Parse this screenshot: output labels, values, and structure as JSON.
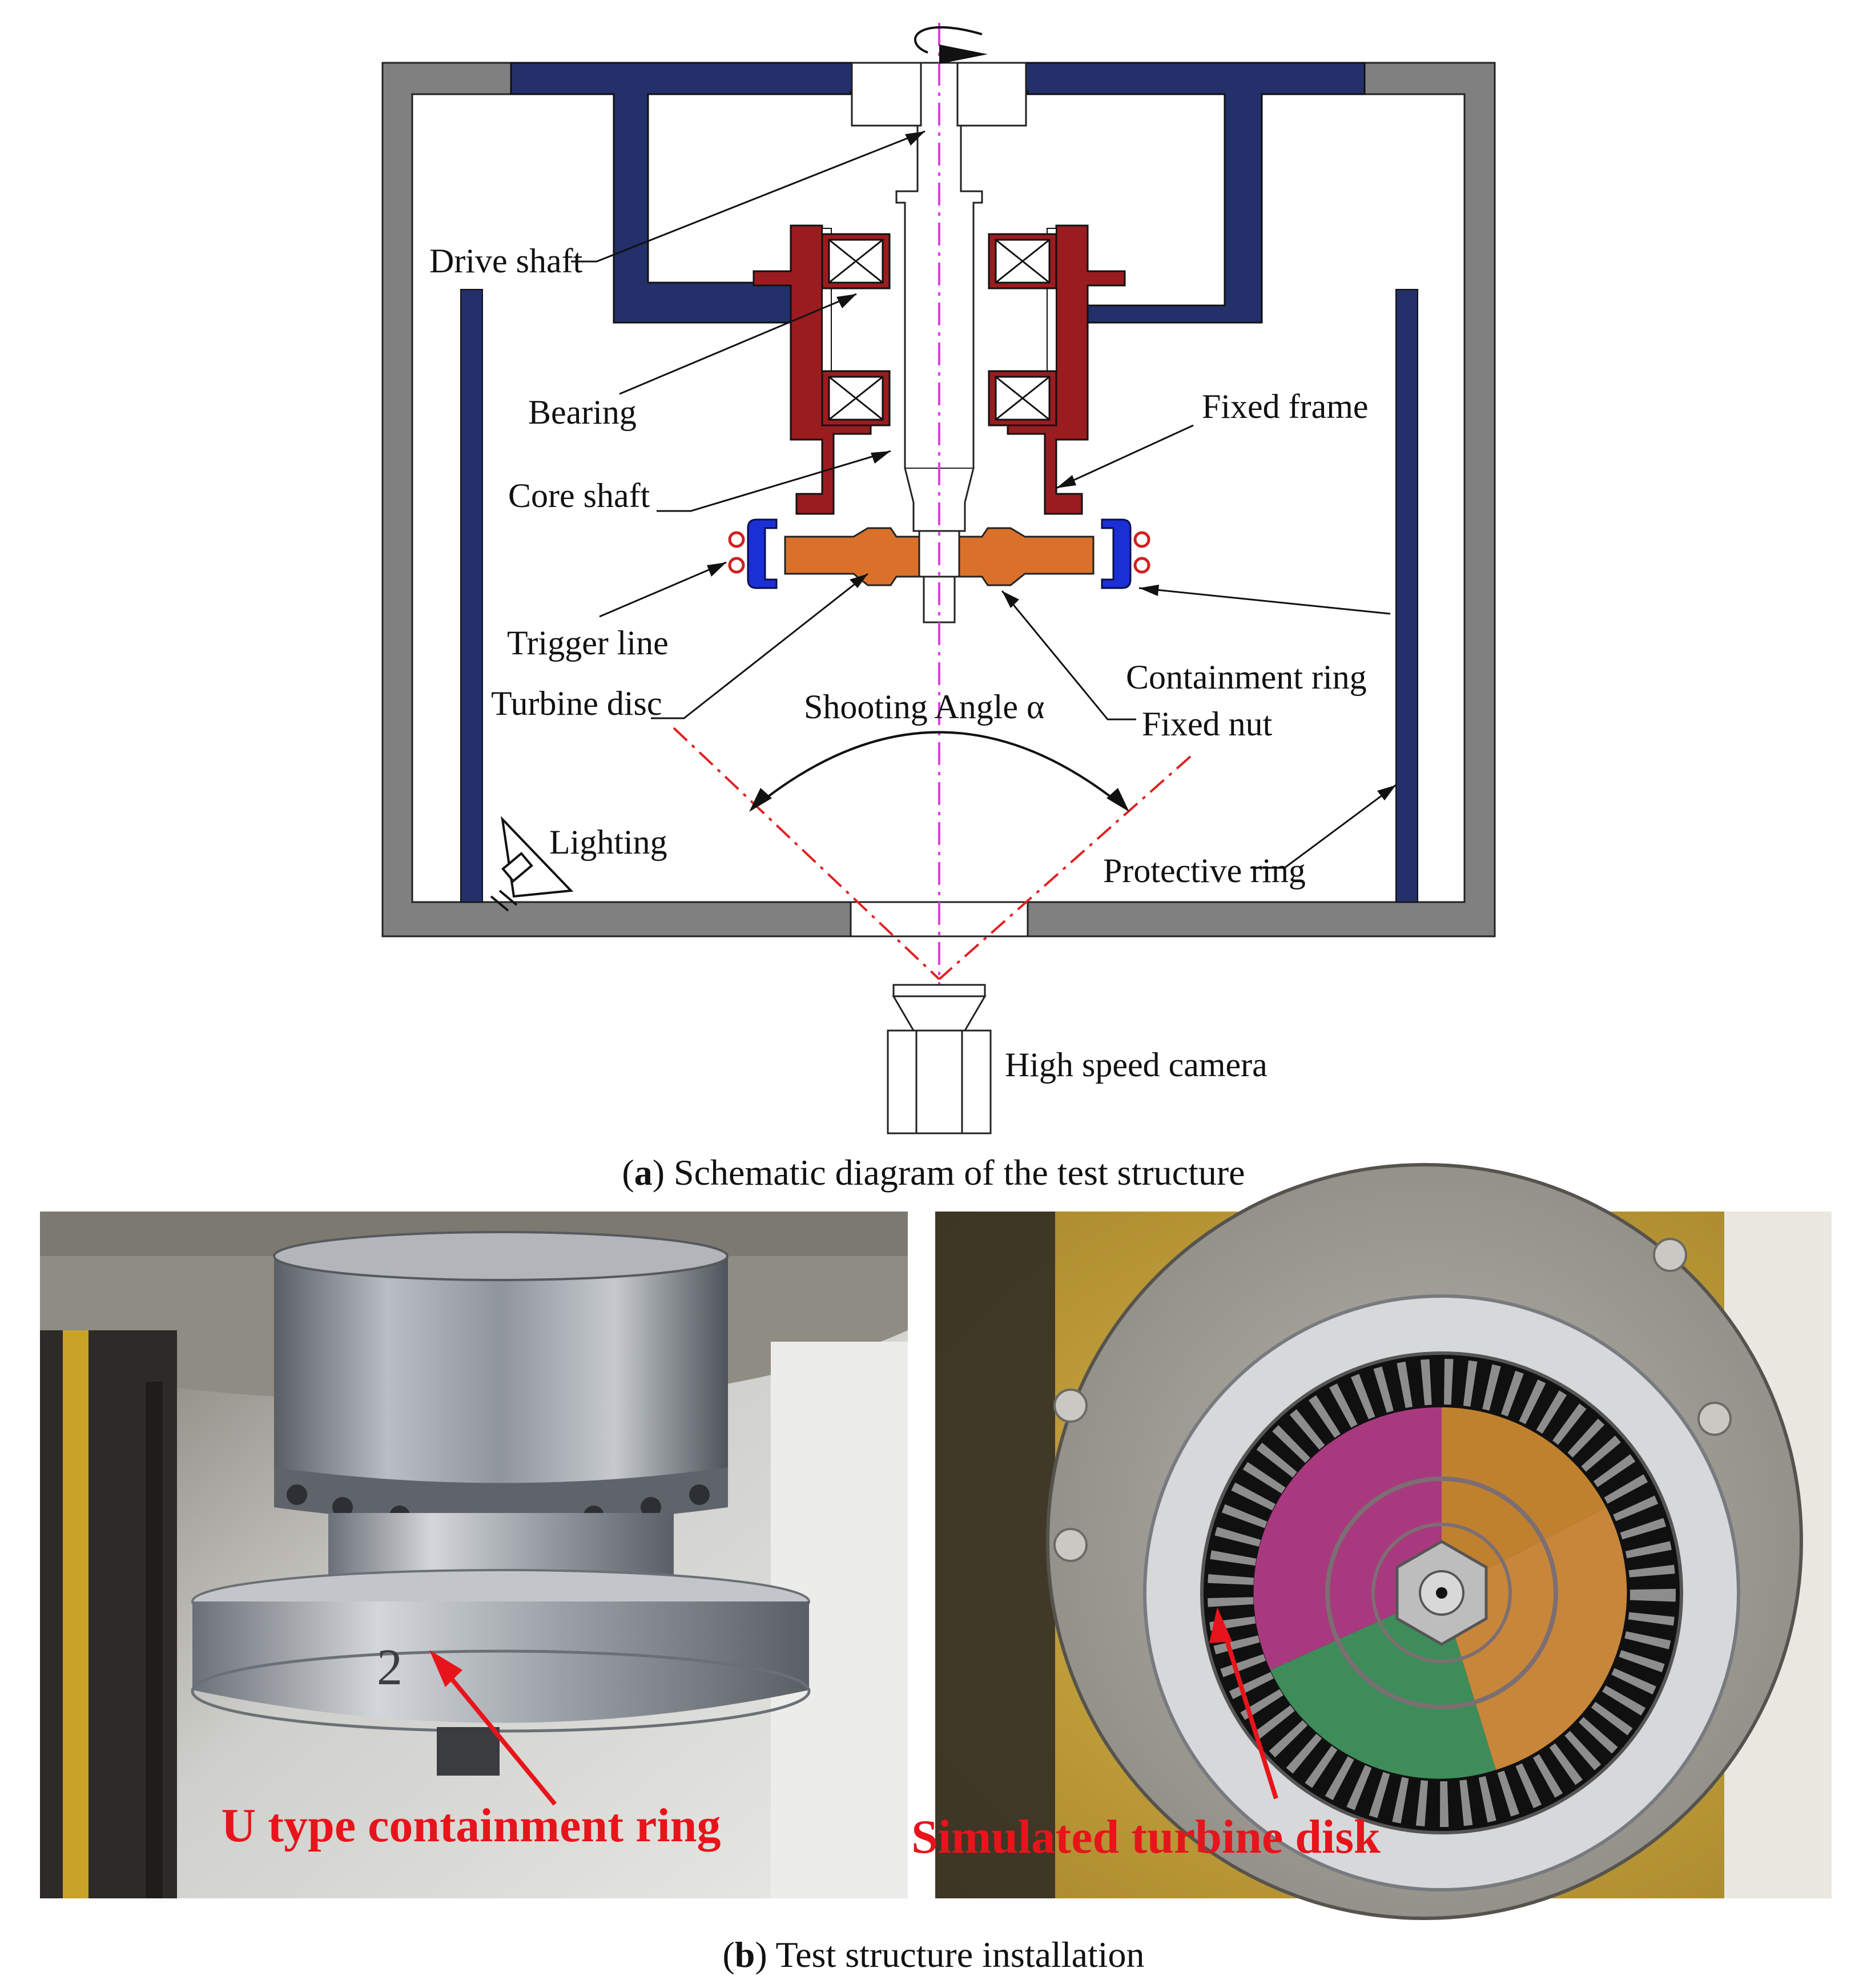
{
  "schematic": {
    "labels": {
      "drive_shaft": "Drive shaft",
      "bearing": "Bearing",
      "core_shaft": "Core shaft",
      "fixed_frame": "Fixed frame",
      "trigger_line": "Trigger line",
      "turbine_disc": "Turbine disc",
      "shooting_angle": "Shooting Angle α",
      "containment_ring": "Containment ring",
      "fixed_nut": "Fixed nut",
      "lighting": "Lighting",
      "protective_ring": "Protective ring",
      "high_speed_camera": "High speed camera"
    },
    "caption_letter": "a",
    "caption_text": ") Schematic diagram of the test structure"
  },
  "photos": {
    "left_label": "U type containment ring",
    "right_label": "Simulated turbine disk",
    "caption_letter": "b",
    "caption_text": ") Test structure installation"
  },
  "colors": {
    "casing": "#808080",
    "frame_navy": "#233069",
    "bearing_housing": "#9b1c1f",
    "turbine_disc": "#d9712b",
    "containment_ring": "#1b2fd6",
    "trigger_line": "#d02020",
    "sight_lines": "#e02020",
    "axis_line": "#e040e0",
    "photo_label": "#e8141b"
  }
}
